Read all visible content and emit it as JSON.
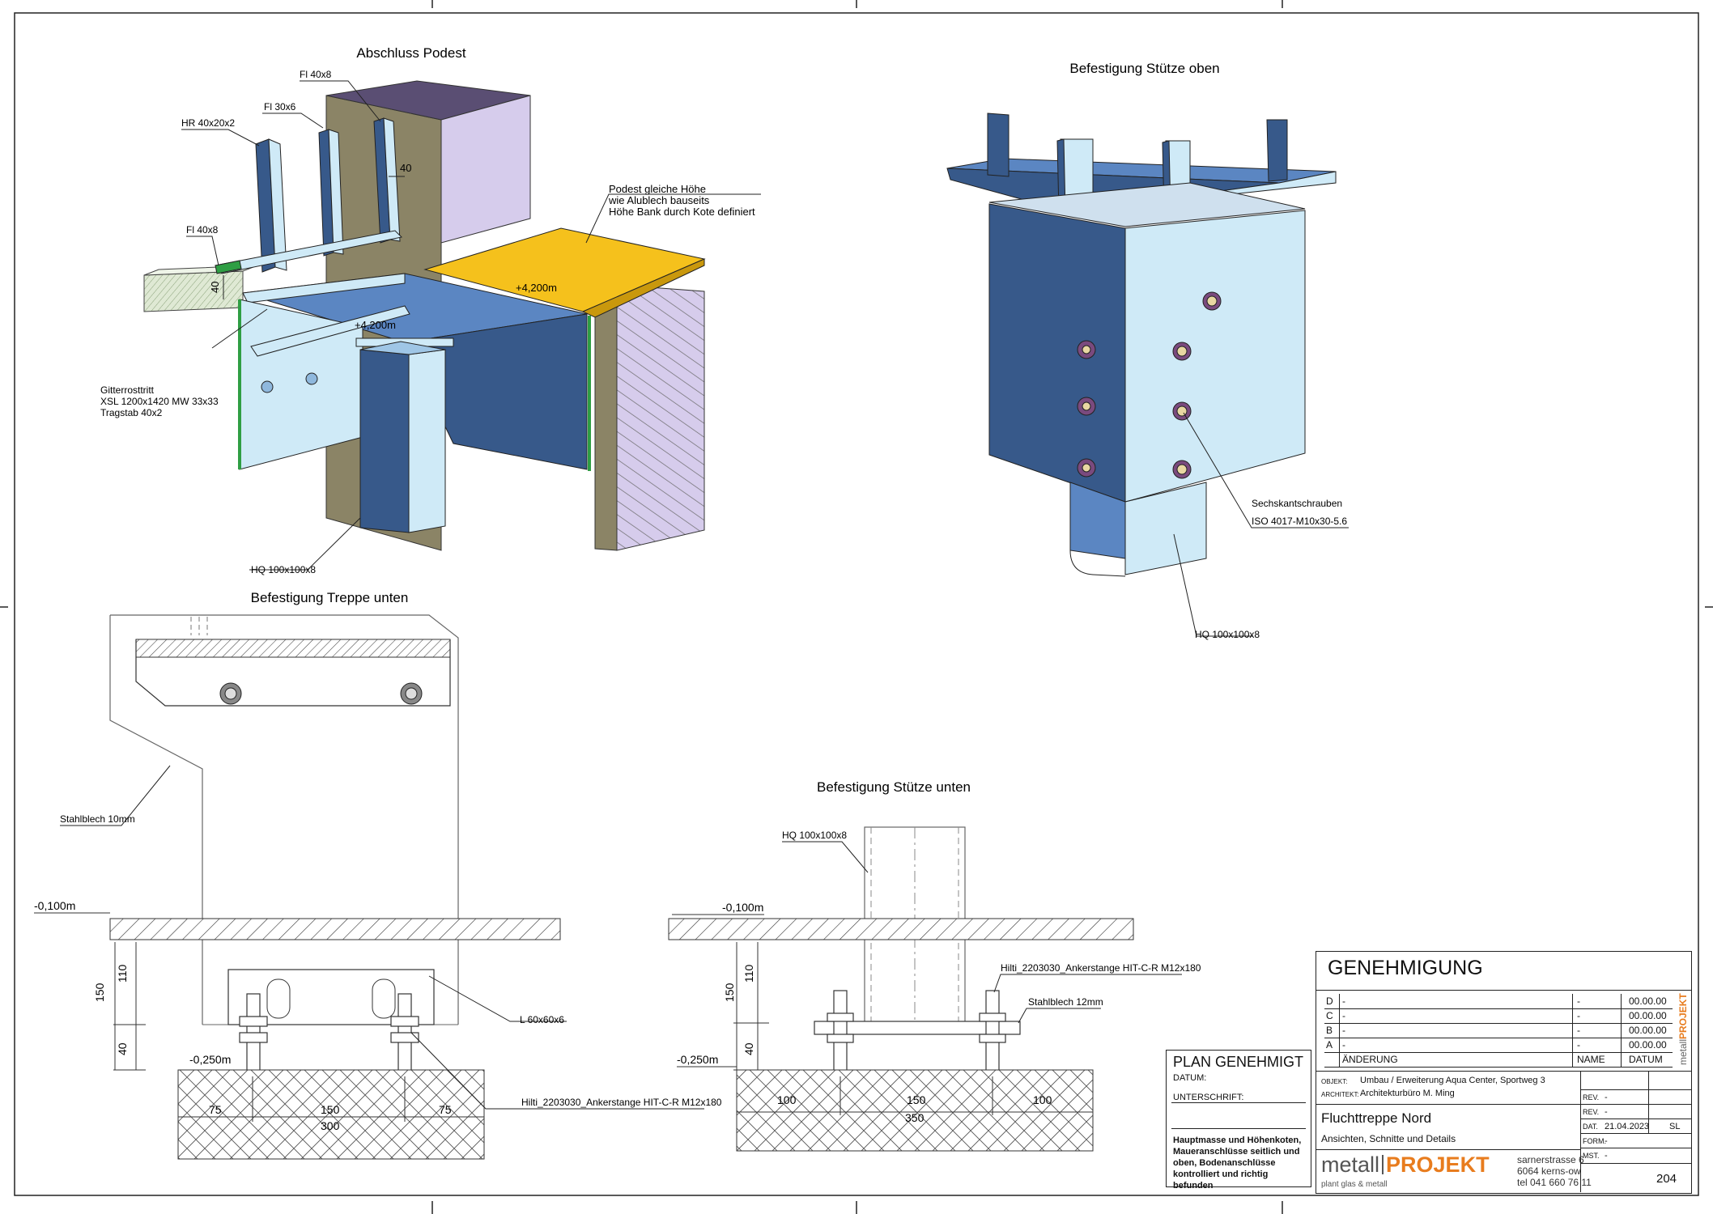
{
  "views": {
    "podest": {
      "title": "Abschluss Podest",
      "labels": {
        "fl40x8_top": "Fl 40x8",
        "fl30x6": "Fl 30x6",
        "hr40x20x2": "HR 40x20x2",
        "fl40x8_side": "Fl 40x8",
        "dim40_top": "40",
        "dim40_side": "40",
        "podest_note_1": "Podest gleiche Höhe",
        "podest_note_2": "wie Alublech bauseits",
        "podest_note_3": "Höhe Bank durch Kote definiert",
        "level_a": "+4,200m",
        "level_b": "+4,200m",
        "gitter_1": "Gitterrosttritt",
        "gitter_2": "XSL 1200x1420 MW 33x33",
        "gitter_3": "Tragstab 40x2",
        "hq": "HQ 100x100x8"
      }
    },
    "stuetze_oben": {
      "title": "Befestigung Stütze oben",
      "labels": {
        "screws_1": "Sechskantschrauben",
        "screws_2": "ISO 4017-M10x30-5.6",
        "hq": "HQ 100x100x8"
      }
    },
    "treppe_unten": {
      "title": "Befestigung Treppe unten",
      "labels": {
        "stahlblech": "Stahlblech 10mm",
        "level_top": "-0,100m",
        "level_bottom": "-0,250m",
        "angle": "L 60x60x6",
        "anchor": "Hilti_2203030_Ankerstange HIT-C-R M12x180",
        "dim150": "150",
        "dim110": "110",
        "dim40": "40",
        "dim75a": "75",
        "dim150b": "150",
        "dim75b": "75",
        "dim300": "300"
      }
    },
    "stuetze_unten": {
      "title": "Befestigung Stütze unten",
      "labels": {
        "hq": "HQ 100x100x8",
        "level_top": "-0,100m",
        "level_bottom": "-0,250m",
        "anchor": "Hilti_2203030_Ankerstange HIT-C-R M12x180",
        "plate": "Stahlblech 12mm",
        "dim150": "150",
        "dim110": "110",
        "dim40": "40",
        "dim100a": "100",
        "dim150b": "150",
        "dim100b": "100",
        "dim350": "350"
      }
    }
  },
  "approval": {
    "title": "PLAN GENEHMIGT",
    "datum": "DATUM:",
    "unterschrift": "UNTERSCHRIFT:",
    "note": "Hauptmasse und Höhenkoten, Maueranschlüsse seitlich und oben, Bodenanschlüsse kontrolliert und richtig befunden"
  },
  "title_block": {
    "heading": "GENEHMIGUNG",
    "revisions": [
      {
        "rev": "D",
        "desc": "-",
        "name": "-",
        "date": "00.00.00"
      },
      {
        "rev": "C",
        "desc": "-",
        "name": "-",
        "date": "00.00.00"
      },
      {
        "rev": "B",
        "desc": "-",
        "name": "-",
        "date": "00.00.00"
      },
      {
        "rev": "A",
        "desc": "-",
        "name": "-",
        "date": "00.00.00"
      }
    ],
    "col_change": "ÄNDERUNG",
    "col_name": "NAME",
    "col_date": "DATUM",
    "side_logo_a": "metall",
    "side_logo_b": "PROJEKT",
    "objekt_label": "OBJEKT:",
    "objekt": "Umbau / Erweiterung Aqua Center, Sportweg 3",
    "architekt_label": "ARCHITEKT:",
    "architekt": "Architekturbüro M. Ming",
    "plan_title": "Fluchttreppe Nord",
    "plan_subtitle": "Ansichten, Schnitte und Details",
    "rev1_label": "REV.",
    "rev1": "-",
    "rev2_label": "REV.",
    "rev2": "-",
    "dat_label": "DAT.",
    "dat": "21.04.2023",
    "initials": "SL",
    "form_label": "FORM.",
    "form": "-",
    "mst_label": "MST.",
    "mst": "-",
    "logo_a": "metall",
    "logo_b": "PROJEKT",
    "logo_tagline": "plant glas & metall",
    "addr1": "sarnerstrasse 6",
    "addr2": "6064 kerns-ow",
    "addr3": "tel 041 660 76 11",
    "sheet": "204"
  },
  "colors": {
    "steel_dark": "#37598a",
    "steel_light": "#cfeaf7",
    "steel_mid": "#5b86c2",
    "wall_brown": "#8b8466",
    "wall_purple": "#d6ccec",
    "yellow": "#f5c11c",
    "green": "#2f9e44",
    "brand_orange": "#e87c1e"
  }
}
